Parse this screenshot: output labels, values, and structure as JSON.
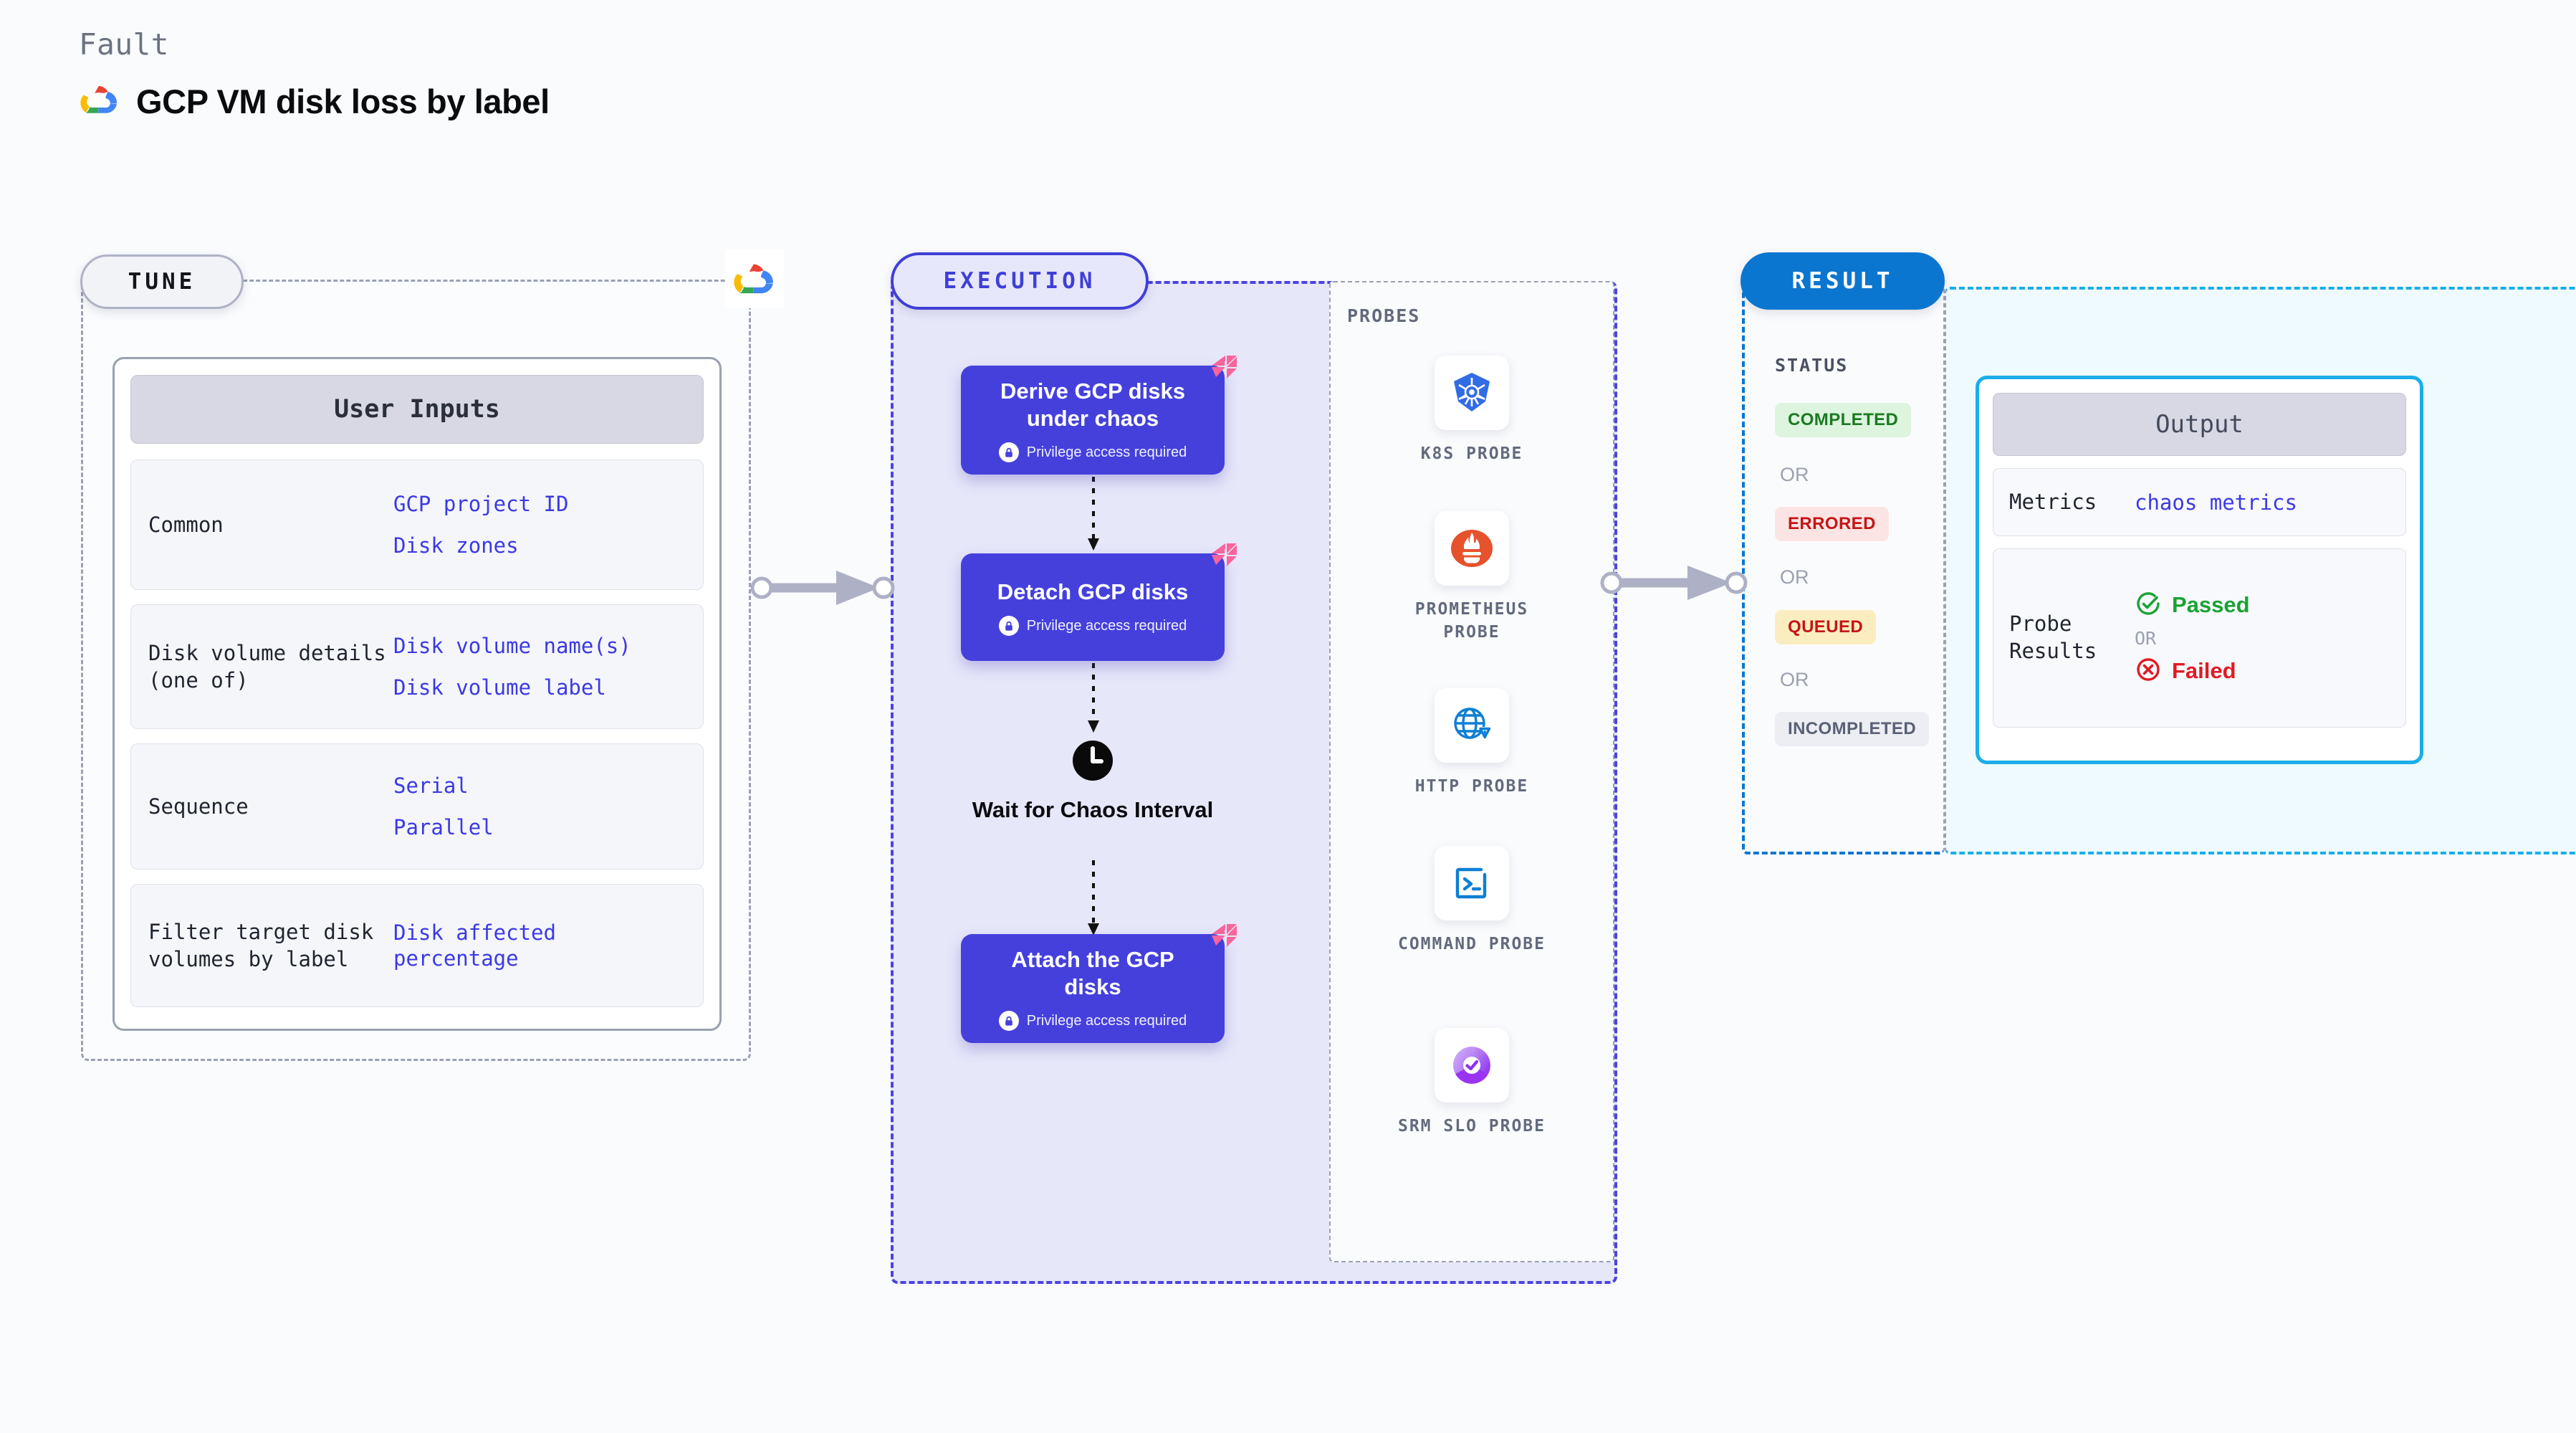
{
  "header": {
    "kicker": "Fault",
    "title": "GCP VM disk loss by label",
    "logo_icon": "gcp-logo-icon"
  },
  "colors": {
    "accent_indigo": "#4540dc",
    "accent_blue": "#0b76d0",
    "accent_cyan": "#1aaee8",
    "value_text": "#3b39e4",
    "pink_flag": "#f9649c",
    "green": "#1b7a22",
    "red": "#c31616"
  },
  "tune": {
    "pill_label": "TUNE",
    "badge_icon": "gcp-logo-icon",
    "card_title": "User Inputs",
    "rows": [
      {
        "key": "Common",
        "values": [
          "GCP project ID",
          "Disk zones"
        ]
      },
      {
        "key": "Disk volume details (one of)",
        "values": [
          "Disk volume name(s)",
          "Disk volume label"
        ]
      },
      {
        "key": "Sequence",
        "values": [
          "Serial",
          "Parallel"
        ]
      },
      {
        "key": "Filter target disk volumes by label",
        "values": [
          "Disk affected percentage"
        ]
      }
    ]
  },
  "execution": {
    "pill_label": "EXECUTION",
    "privilege_note": "Privilege access required",
    "steps": [
      {
        "label": "Derive GCP disks under chaos",
        "type": "task",
        "privileged": true,
        "flag_icon": "pink-flag-icon"
      },
      {
        "label": "Detach GCP disks",
        "type": "task",
        "privileged": true,
        "flag_icon": "pink-flag-icon"
      },
      {
        "label": "Wait for Chaos Interval",
        "type": "wait",
        "icon": "clock-icon",
        "privileged": false
      },
      {
        "label": "Attach the GCP disks",
        "type": "task",
        "privileged": true,
        "flag_icon": "pink-flag-icon"
      }
    ]
  },
  "probes": {
    "section_label": "PROBES",
    "items": [
      {
        "label": "K8S PROBE",
        "icon": "kubernetes-icon"
      },
      {
        "label": "PROMETHEUS PROBE",
        "icon": "prometheus-icon"
      },
      {
        "label": "HTTP PROBE",
        "icon": "globe-warning-icon"
      },
      {
        "label": "COMMAND PROBE",
        "icon": "terminal-icon"
      },
      {
        "label": "SRM SLO PROBE",
        "icon": "srm-slo-icon"
      }
    ]
  },
  "result": {
    "pill_label": "RESULT",
    "status_label": "STATUS",
    "or_label": "OR",
    "statuses": [
      {
        "label": "COMPLETED",
        "tone": "success"
      },
      {
        "label": "ERRORED",
        "tone": "error"
      },
      {
        "label": "QUEUED",
        "tone": "warning"
      },
      {
        "label": "INCOMPLETED",
        "tone": "neutral"
      }
    ],
    "output": {
      "card_title": "Output",
      "metrics_key": "Metrics",
      "metrics_value": "chaos metrics",
      "probe_results_key": "Probe Results",
      "passed_label": "Passed",
      "failed_label": "Failed",
      "or_label": "OR",
      "passed_icon": "check-circle-icon",
      "failed_icon": "x-circle-icon"
    }
  }
}
